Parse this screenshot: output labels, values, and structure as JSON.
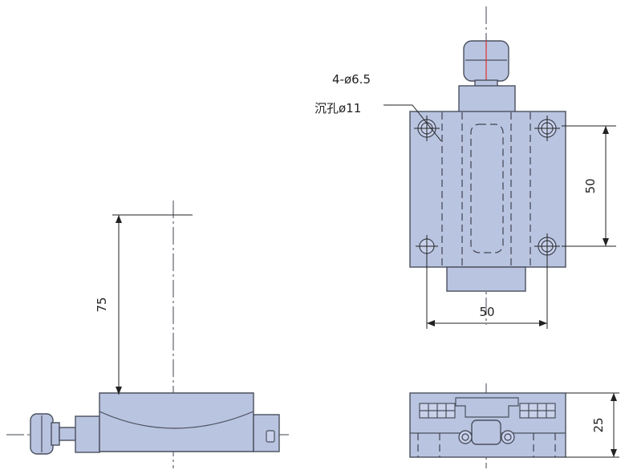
{
  "labels": {
    "hole_spec": "4-ø6.5",
    "counterbore_spec": "沉孔ø11"
  },
  "dimensions": {
    "top_view_height": "50",
    "top_view_width": "50",
    "front_view_height": "25",
    "side_view_travel": "75"
  },
  "colors": {
    "part_fill": "#b9c4e0",
    "outline": "#4a4f5e",
    "highlight": "#e0322b"
  }
}
